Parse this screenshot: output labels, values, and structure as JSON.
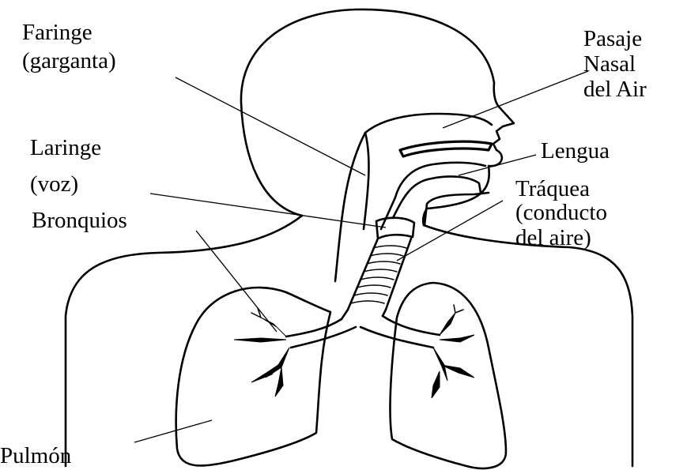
{
  "diagram": {
    "labels": {
      "faringe": [
        "Faringe",
        "(garganta)"
      ],
      "pasaje_nasal": [
        "Pasaje",
        "Nasal",
        "del Air"
      ],
      "laringe": [
        "Laringe",
        "(voz)"
      ],
      "lengua": [
        "Lengua"
      ],
      "traquea": [
        "Tráquea",
        "(conducto",
        "del aire)"
      ],
      "bronquios": [
        "Bronquios"
      ],
      "pulmon": [
        "Pulmón"
      ]
    }
  }
}
